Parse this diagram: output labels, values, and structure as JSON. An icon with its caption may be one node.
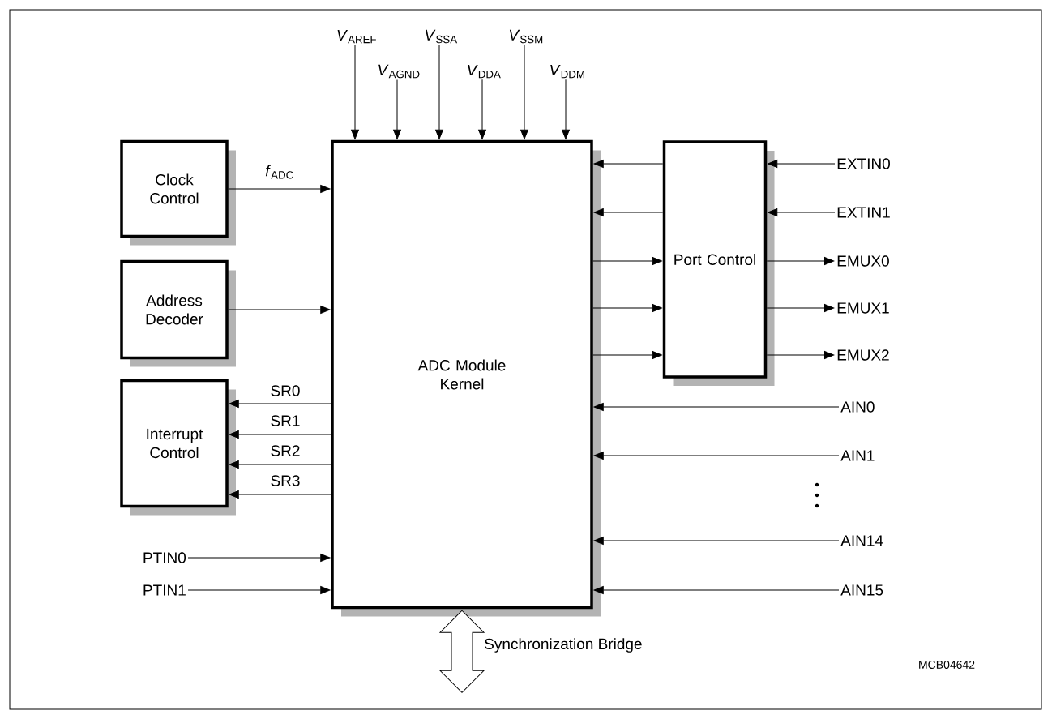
{
  "diagram": {
    "nodes": [
      {
        "text": [
          "Clock Control"
        ]
      },
      {
        "text": [
          "Address Decoder"
        ]
      },
      {
        "text": [
          "Interrupt Control"
        ]
      },
      {
        "text": [
          "ADC Module Kernel"
        ]
      },
      {
        "text": [
          "Port Control"
        ]
      },
      {
        "text": [
          "*V*$_{AREF}$"
        ]
      },
      {
        "text": [
          "*V*$_{AGND}$"
        ]
      },
      {
        "text": [
          "*V*$_{SSA}$"
        ]
      },
      {
        "text": [
          "*V*$_{DDA}$"
        ]
      },
      {
        "text": [
          "*V*$_{SSM}$"
        ]
      },
      {
        "text": [
          "*V*$_{DDM}$"
        ]
      },
      {
        "text": [
          "EXTIN0"
        ]
      },
      {
        "text": [
          "EXTIN1"
        ]
      },
      {
        "text": [
          "EMUX0"
        ]
      },
      {
        "text": [
          "EMUX1"
        ]
      },
      {
        "text": [
          "EMUX2"
        ]
      },
      {
        "text": [
          "AIN0"
        ]
      },
      {
        "text": [
          "AIN1"
        ]
      },
      {
        "text": [
          "AIN14"
        ]
      },
      {
        "text": [
          "AIN15"
        ]
      },
      {
        "text": [
          "PTIN0"
        ]
      },
      {
        "text": [
          "PTIN1"
        ]
      }
    ],
    "edges": [
      {
        "from": 5,
        "to": 3,
        "arrow": "to"
      },
      {
        "from": 6,
        "to": 3,
        "arrow": "to"
      },
      {
        "from": 7,
        "to": 3,
        "arrow": "to"
      },
      {
        "from": 8,
        "to": 3,
        "arrow": "to"
      },
      {
        "from": 9,
        "to": 3,
        "arrow": "to"
      },
      {
        "from": 10,
        "to": 3,
        "arrow": "to"
      },
      {
        "from": 0,
        "to": 3,
        "arrow": "to",
        "label": "*f*$_{ADC}$"
      },
      {
        "from": 1,
        "to": 3,
        "arrow": "to"
      },
      {
        "from": 3,
        "to": 2,
        "arrow": "to",
        "label": "SR0"
      },
      {
        "from": 3,
        "to": 2,
        "arrow": "to",
        "label": "SR1"
      },
      {
        "from": 3,
        "to": 2,
        "arrow": "to",
        "label": "SR2"
      },
      {
        "from": 3,
        "to": 2,
        "arrow": "to",
        "label": "SR3"
      },
      {
        "from": 20,
        "to": 3,
        "arrow": "to"
      },
      {
        "from": 21,
        "to": 3,
        "arrow": "to"
      },
      {
        "from": 4,
        "to": 3,
        "arrow": "to"
      },
      {
        "from": 4,
        "to": 3,
        "arrow": "to"
      },
      {
        "from": 3,
        "to": 4,
        "arrow": "to"
      },
      {
        "from": 3,
        "to": 4,
        "arrow": "to"
      },
      {
        "from": 3,
        "to": 4,
        "arrow": "to"
      },
      {
        "from": 11,
        "to": 4,
        "arrow": "to"
      },
      {
        "from": 12,
        "to": 4,
        "arrow": "to"
      },
      {
        "from": 4,
        "to": 13,
        "arrow": "to"
      },
      {
        "from": 4,
        "to": 14,
        "arrow": "to"
      },
      {
        "from": 4,
        "to": 15,
        "arrow": "to"
      },
      {
        "from": 16,
        "to": 3,
        "arrow": "to"
      },
      {
        "from": 17,
        "to": 3,
        "arrow": "to"
      },
      {
        "from": 18,
        "to": 3,
        "arrow": "to"
      },
      {
        "from": 19,
        "to": 3,
        "arrow": "to"
      },
      {
        "from": 3,
        "to": null,
        "arrow": "both",
        "label": "Synchronization Bridge"
      }
    ],
    "labels": [
      "MCB04642"
    ]
  }
}
